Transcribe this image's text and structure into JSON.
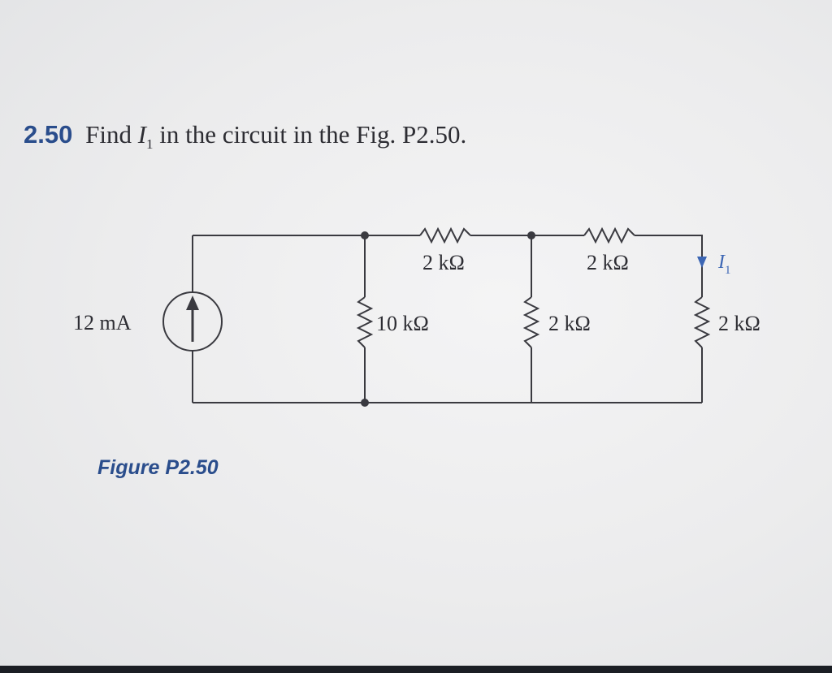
{
  "problem": {
    "number": "2.50",
    "text_before": "Find",
    "variable": "I",
    "subscript": "1",
    "text_after": "in the circuit in the Fig. P2.50."
  },
  "figure": {
    "caption": "Figure P2.50"
  },
  "circuit": {
    "source_label": "12 mA",
    "r_series_1": "2 kΩ",
    "r_series_2": "2 kΩ",
    "r_shunt_1": "10 kΩ",
    "r_shunt_2": "2 kΩ",
    "r_shunt_3": "2 kΩ",
    "current_var": "I",
    "current_sub": "1"
  },
  "colors": {
    "text": "#2d2d33",
    "accent_blue": "#2a4d8c",
    "current_arrow": "#3c66b4"
  }
}
